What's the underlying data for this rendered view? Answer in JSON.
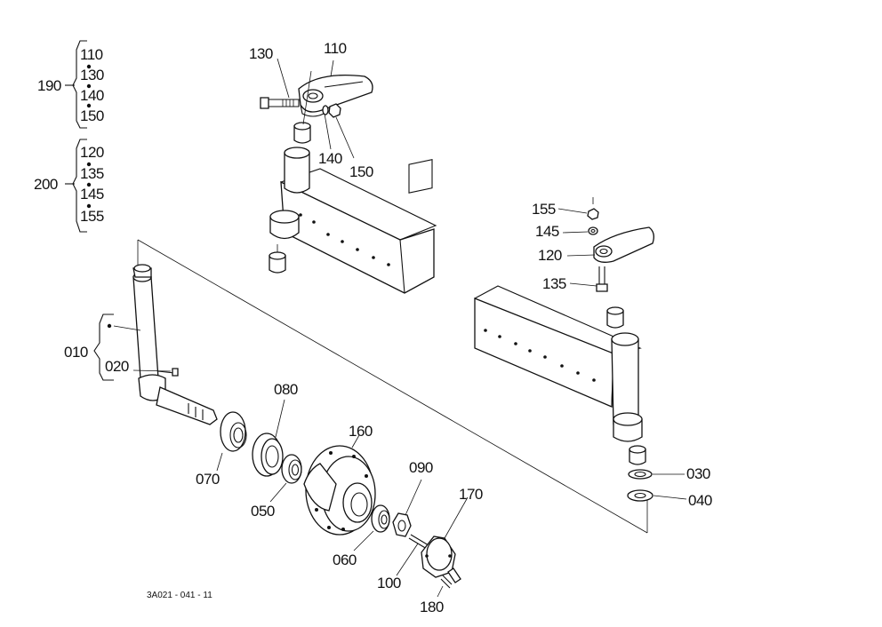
{
  "diagram": {
    "drawing_code": "3A021 - 041 - 11",
    "callouts": {
      "c110_top": "110",
      "c130_top": "130",
      "c140": "140",
      "c150": "150",
      "c155": "155",
      "c145": "145",
      "c120": "120",
      "c135": "135",
      "c010": "010",
      "c020": "020",
      "c080": "080",
      "c160": "160",
      "c070": "070",
      "c050": "050",
      "c090": "090",
      "c170": "170",
      "c060": "060",
      "c100": "100",
      "c180": "180",
      "c030": "030",
      "c040": "040"
    },
    "set_190": {
      "label": "190",
      "items": [
        "110",
        "130",
        "140",
        "150"
      ]
    },
    "set_200": {
      "label": "200",
      "items": [
        "120",
        "135",
        "145",
        "155"
      ]
    }
  }
}
